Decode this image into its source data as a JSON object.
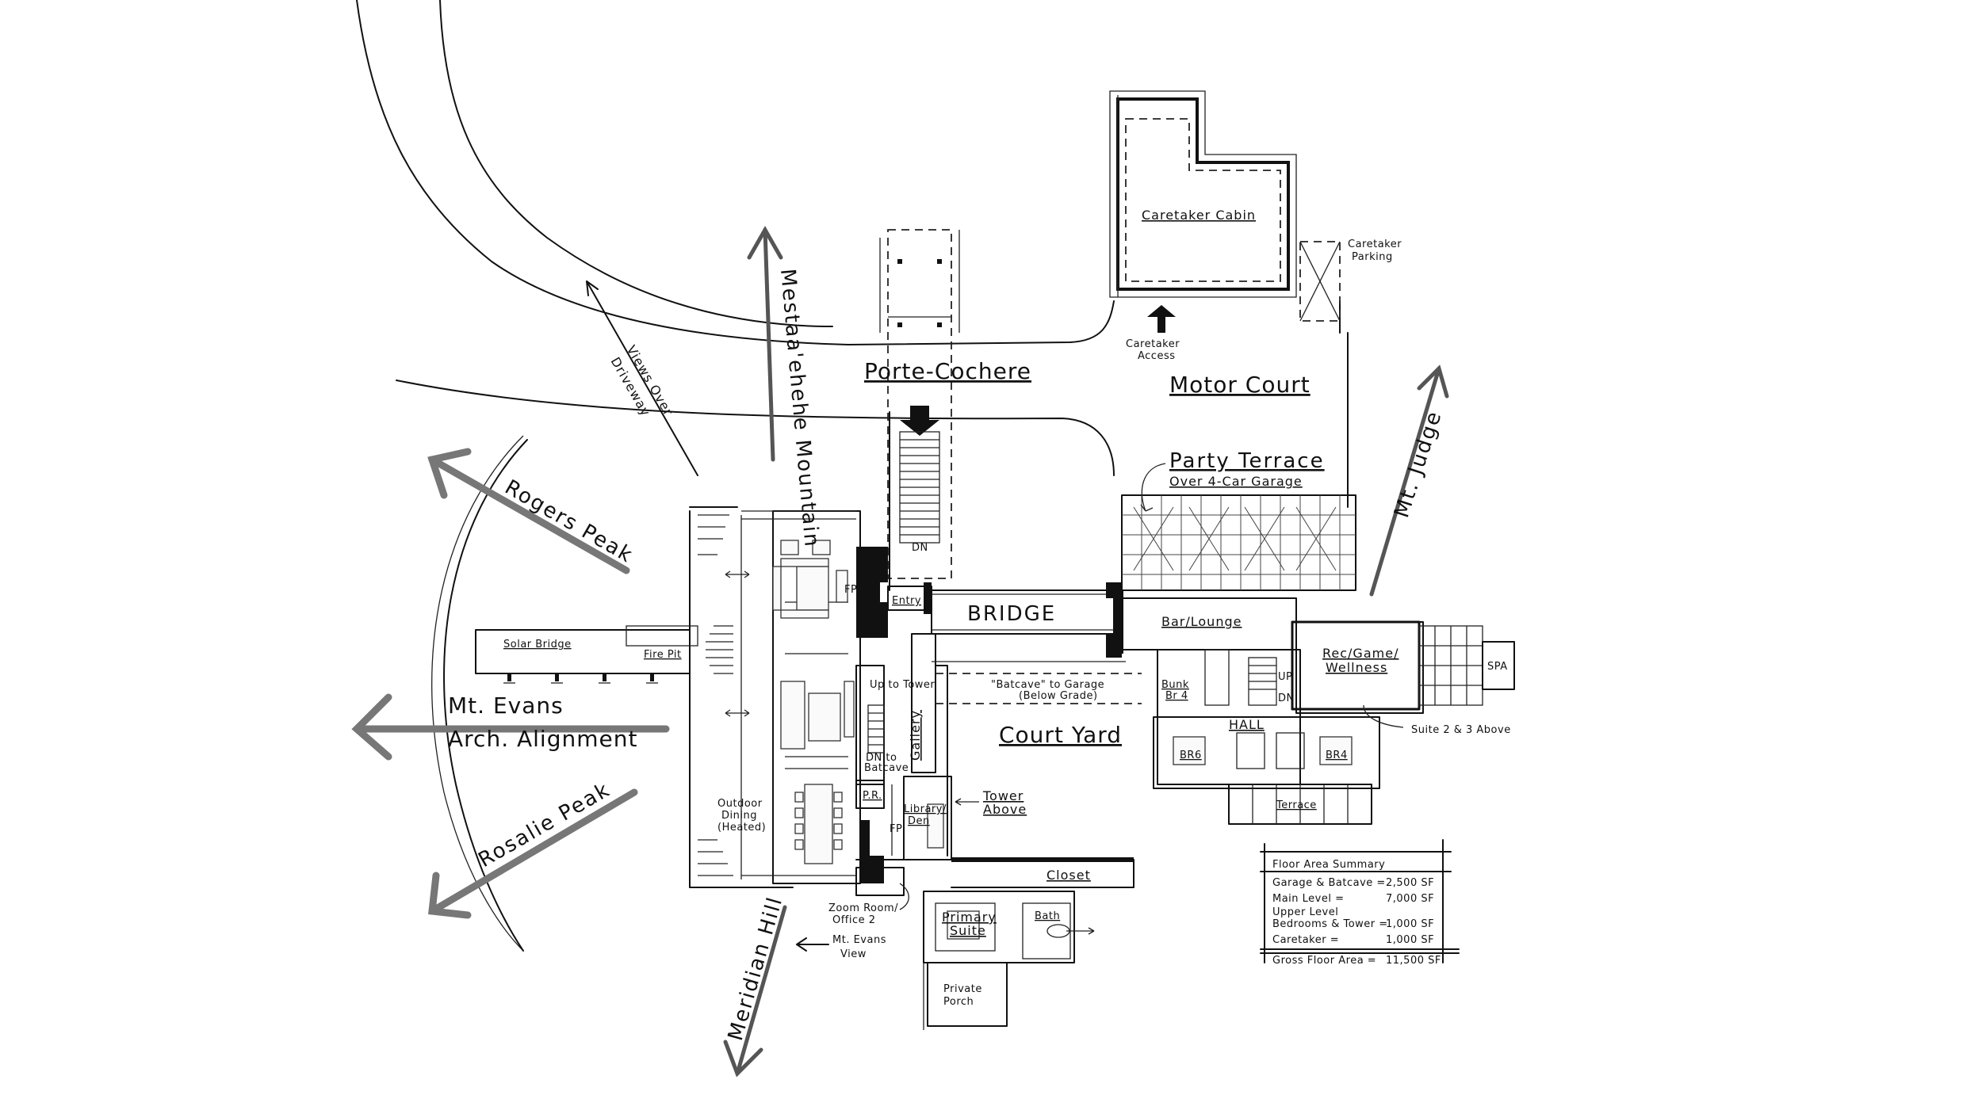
{
  "labels": {
    "porte_cochere": "Porte-Cochere",
    "caretaker_cabin": "Caretaker Cabin",
    "caretaker_parking_1": "Caretaker",
    "caretaker_parking_2": "Parking",
    "caretaker_access_1": "Caretaker",
    "caretaker_access_2": "Access",
    "motor_court": "Motor Court",
    "party_terrace": "Party Terrace",
    "over_garage": "Over 4-Car Garage",
    "bridge": "BRIDGE",
    "bar_lounge": "Bar/Lounge",
    "rec_game_1": "Rec/Game/",
    "rec_game_2": "Wellness",
    "spa": "SPA",
    "suite_above": "Suite 2 & 3 Above",
    "bunk_1": "Bunk",
    "bunk_2": "Br 4",
    "up": "UP",
    "dn": "DN",
    "hall": "HALL",
    "br6": "BR6",
    "br4": "BR4",
    "terrace": "Terrace",
    "batcave_1": "\"Batcave\" to Garage",
    "batcave_2": "(Below Grade)",
    "courtyard": "Court Yard",
    "entry": "Entry",
    "dn_stair": "DN",
    "fp1": "FP",
    "fp2": "FP",
    "up_to_tower": "Up to Tower",
    "gallery": "Gallery",
    "dn_to_batcave_1": "DN to",
    "dn_to_batcave_2": "Batcave",
    "pr": "P.R.",
    "library_1": "Library/",
    "library_2": "Den",
    "tower_above_1": "Tower",
    "tower_above_2": "Above",
    "closet": "Closet",
    "primary_suite_1": "Primary",
    "primary_suite_2": "Suite",
    "bath": "Bath",
    "private_porch_1": "Private",
    "private_porch_2": "Porch",
    "zoom_room_1": "Zoom Room/",
    "zoom_room_2": "Office 2",
    "mt_evans_view_1": "Mt. Evans",
    "mt_evans_view_2": "View",
    "outdoor_dining_1": "Outdoor",
    "outdoor_dining_2": "Dining",
    "outdoor_dining_3": "(Heated)",
    "solar_bridge": "Solar Bridge",
    "fire_pit": "Fire Pit",
    "mt_evans": "Mt. Evans",
    "arch_alignment": "Arch. Alignment",
    "rogers_peak": "Rogers Peak",
    "rosalie_peak": "Rosalie Peak",
    "meridian_hill": "Meridian Hill",
    "mestaa": "Mestaa'ehehe Mountain",
    "views_over_1": "Views Over",
    "views_over_2": "Driveway",
    "mt_judge": "Mt. Judge",
    "area_title": "Floor Area Summary",
    "area_r1_label": "Garage & Batcave =",
    "area_r1_value": "2,500 SF",
    "area_r2_label": "Main Level =",
    "area_r2_value": "7,000 SF",
    "area_r3a_label": "Upper Level",
    "area_r3_label": "Bedrooms & Tower =",
    "area_r3_value": "1,000 SF",
    "area_r4_label": "Caretaker =",
    "area_r4_value": "1,000 SF",
    "area_total_label": "Gross Floor Area =",
    "area_total_value": "11,500 SF"
  }
}
